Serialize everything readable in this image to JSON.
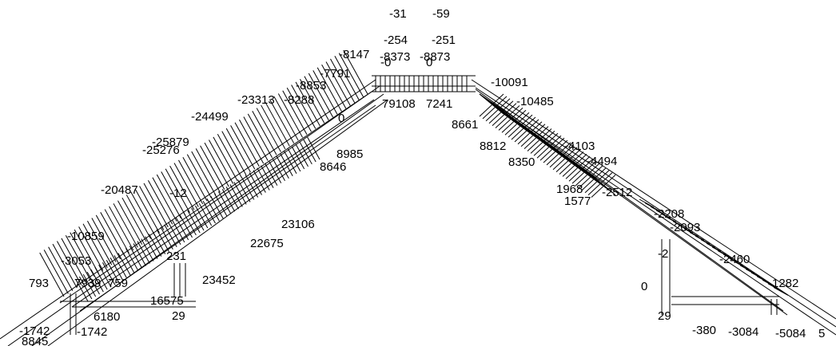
{
  "diagram": {
    "type": "truss-force-diagram",
    "labels": [
      "-31",
      "-59",
      "-254",
      "-251",
      "-8147",
      "-8373",
      "-8873",
      "-7791",
      "-8853",
      "-10091",
      "-23313",
      "-8288",
      "-10485",
      "79108",
      "7241",
      "-24499",
      "8661",
      "-25276",
      "8812",
      "-4103",
      "8985",
      "8646",
      "8350",
      "-4494",
      "-20487",
      "-12",
      "1968",
      "-2512",
      "1577",
      "-2208",
      "-2093",
      "23106",
      "-10859",
      "22675",
      "231",
      "-3053",
      "-2460",
      "-2",
      "1282",
      "793",
      "7939",
      "759",
      "23452",
      "0",
      "16575",
      "6180",
      "29",
      "29",
      "-1742",
      "-1742",
      "-380",
      "-3084",
      "-5084",
      "5",
      "8845",
      "-25879",
      "-0",
      "0",
      "0"
    ]
  }
}
